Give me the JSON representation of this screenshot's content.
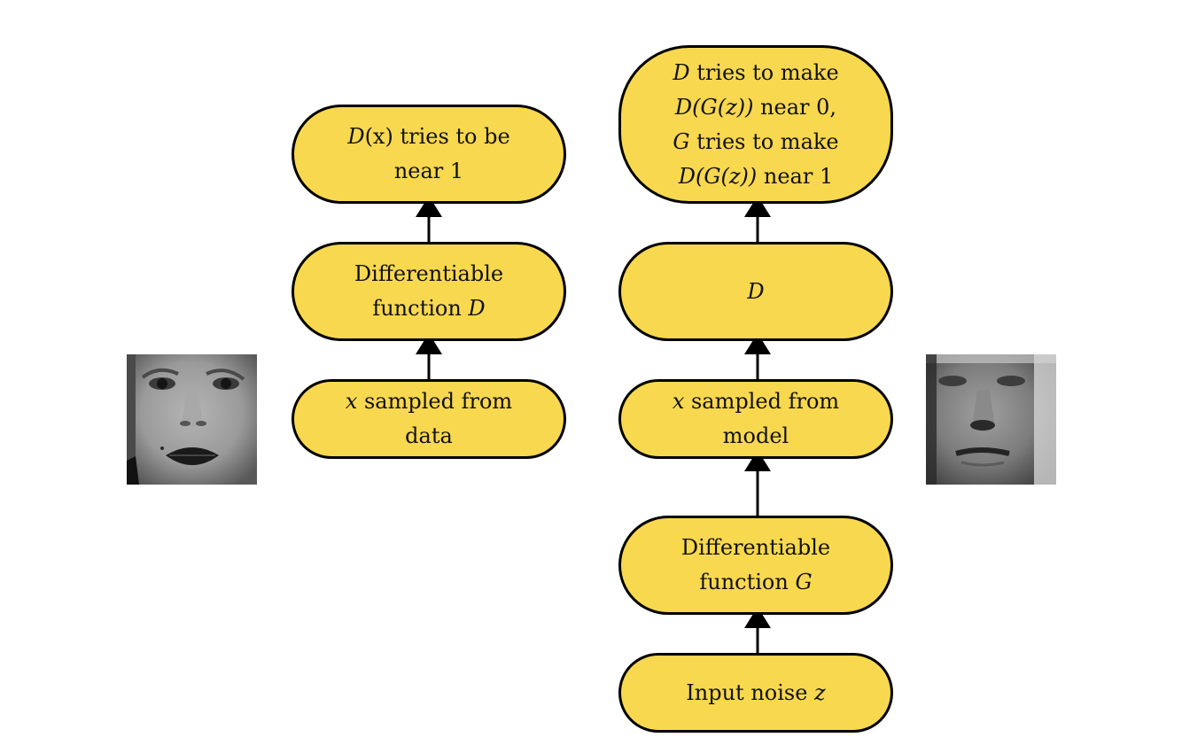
{
  "nodes": {
    "real_output": {
      "parts": [
        [
          "D",
          "(x) tries to be"
        ],
        [
          "",
          "near 1"
        ]
      ]
    },
    "real_function": {
      "parts": [
        [
          "",
          "Differentiable"
        ],
        [
          "",
          "function ",
          "D"
        ]
      ]
    },
    "real_sample": {
      "parts": [
        [
          "x",
          " sampled from"
        ],
        [
          "",
          "data"
        ]
      ]
    },
    "fake_output": {
      "parts": [
        [
          "D",
          " tries to make"
        ],
        [
          "D(G(z))",
          " near 0,"
        ],
        [
          "G",
          " tries to make"
        ],
        [
          "D(G(z))",
          " near 1"
        ]
      ]
    },
    "fake_discriminator": {
      "parts": [
        [
          "D",
          ""
        ]
      ]
    },
    "fake_sample": {
      "parts": [
        [
          "x",
          " sampled from"
        ],
        [
          "",
          "model"
        ]
      ]
    },
    "generator_function": {
      "parts": [
        [
          "",
          "Differentiable"
        ],
        [
          "",
          "function ",
          "G"
        ]
      ]
    },
    "noise_input": {
      "parts": [
        [
          "",
          "Input noise ",
          "z"
        ]
      ]
    }
  },
  "colors": {
    "node_fill": "#f8d84f",
    "stroke": "#000000"
  },
  "images": {
    "real_face": "grayscale photo of a real face",
    "generated_face": "grayscale generated face sample"
  }
}
